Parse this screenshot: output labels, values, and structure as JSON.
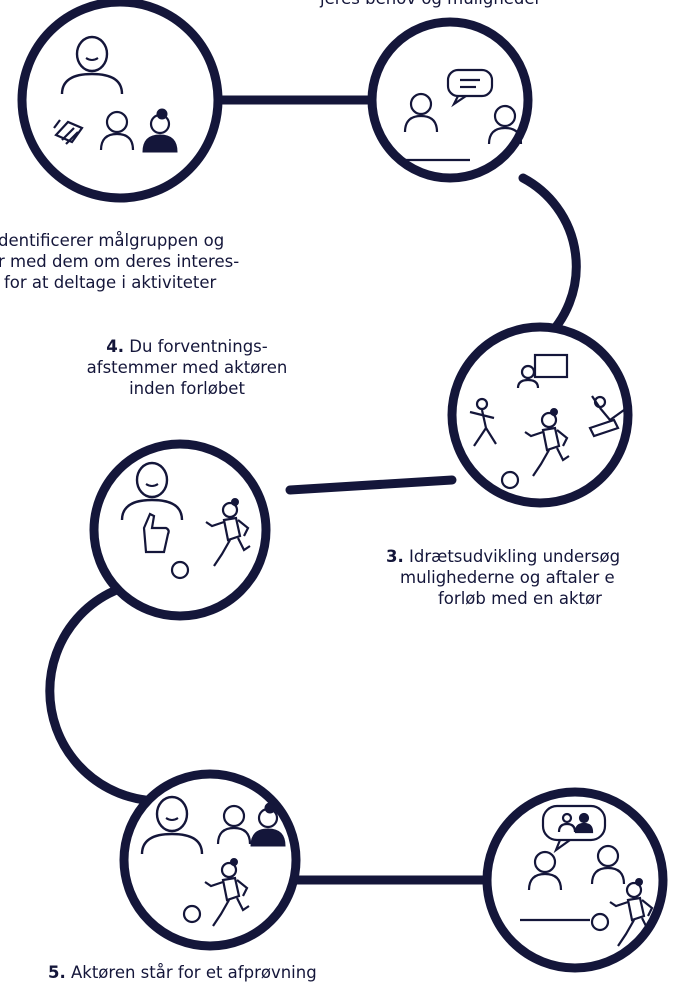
{
  "colors": {
    "ink": "#14163a",
    "background": "#ffffff"
  },
  "steps": [
    {
      "id": "step-1",
      "number": "",
      "lines": [
        "dentificerer målgruppen og",
        "r med dem om deres interes-",
        "for at deltage i aktiviteter"
      ],
      "icons": [
        "person-icon",
        "handshake-icon",
        "person-icon",
        "person-icon"
      ]
    },
    {
      "id": "step-2",
      "number": "",
      "lines": [
        "jeres behov og muligheder"
      ],
      "icons": [
        "person-icon",
        "speech-bubble-icon",
        "person-icon",
        "table-icon"
      ]
    },
    {
      "id": "step-3",
      "number": "3.",
      "lines": [
        "Idrætsudvikling undersøg",
        "mulighederne og aftaler e",
        "forløb med en aktør"
      ],
      "icons": [
        "presentation-screen-icon",
        "karate-person-icon",
        "football-player-icon",
        "gymnast-icon",
        "ball-icon"
      ]
    },
    {
      "id": "step-4",
      "number": "4.",
      "lines": [
        "Du forventnings-",
        "afstemmer med aktøren",
        "inden forløbet"
      ],
      "icons": [
        "person-icon",
        "thumbs-up-icon",
        "football-player-icon",
        "ball-icon"
      ]
    },
    {
      "id": "step-5",
      "number": "5.",
      "lines": [
        "Aktøren står for et afprøvning"
      ],
      "icons": [
        "person-icon",
        "person-icon",
        "person-icon",
        "football-player-icon",
        "ball-icon"
      ]
    },
    {
      "id": "step-6",
      "number": "",
      "lines": [],
      "icons": [
        "speech-bubble-icon",
        "person-icon",
        "person-icon",
        "football-player-icon",
        "ball-icon",
        "table-icon"
      ]
    }
  ]
}
